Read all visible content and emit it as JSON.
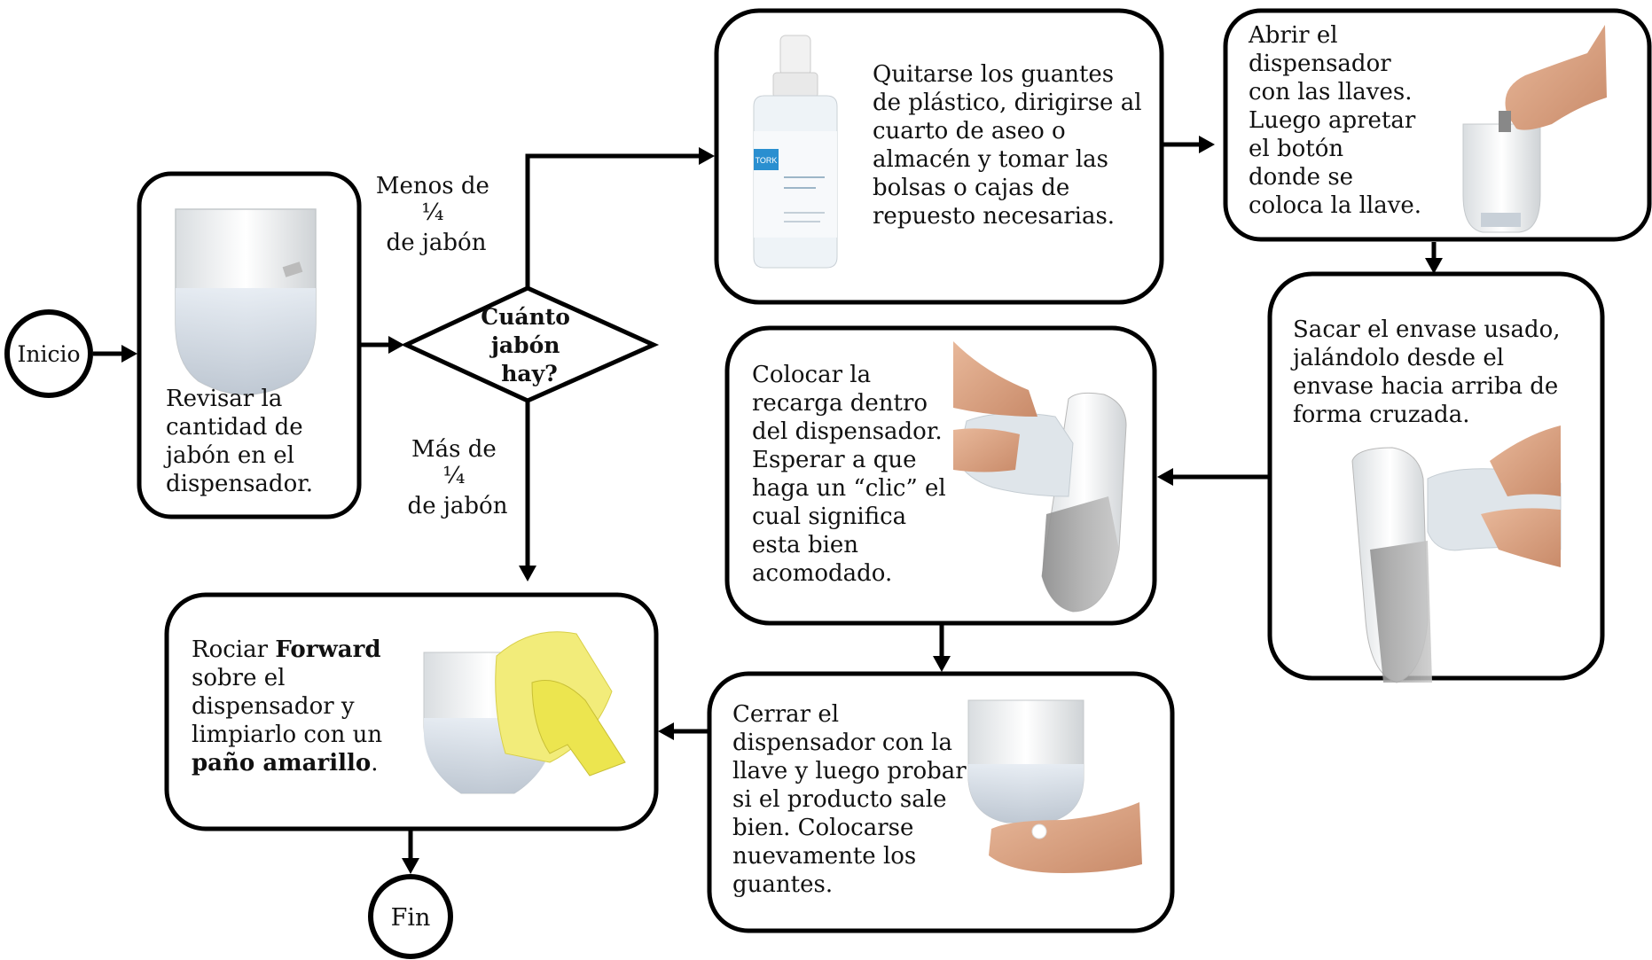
{
  "nodes": {
    "start": "Inicio",
    "end": "Fin",
    "decision": [
      "Cuánto",
      "jabón",
      "hay?"
    ],
    "check_level": [
      "Revisar la",
      "cantidad de",
      "jabón en el",
      "dispensador."
    ],
    "get_refill": [
      "Quitarse los guantes",
      "de plástico, dirigirse al",
      "cuarto de aseo o",
      "almacén y tomar las",
      "bolsas o cajas  de",
      "repuesto necesarias."
    ],
    "open_dispenser": [
      "Abrir el",
      "dispensador",
      "con las llaves.",
      "Luego apretar",
      "el botón",
      "donde se",
      "coloca la llave."
    ],
    "remove_container": [
      "Sacar el envase usado,",
      "jalándolo desde el",
      "envase hacia arriba de",
      "forma cruzada."
    ],
    "insert_refill": [
      "Colocar la",
      "recarga dentro",
      "del dispensador.",
      "Esperar a que",
      "haga un “clic” el",
      "cual significa",
      "esta bien",
      "acomodado."
    ],
    "close_test": [
      "Cerrar el",
      "dispensador con la",
      "llave y luego probar",
      "si el producto sale",
      "bien. Colocarse",
      "nuevamente los",
      "guantes."
    ],
    "clean": {
      "l1_pre": "Rociar ",
      "l1_bold": "Forward",
      "l2": "sobre el",
      "l3": "dispensador y",
      "l4": "limpiarlo con un",
      "l5_bold": "paño amarillo",
      "l5_post": "."
    }
  },
  "edges": {
    "less_label": [
      "Menos de",
      "¼",
      "de jabón"
    ],
    "more_label": [
      "Más de",
      "¼",
      "de jabón"
    ]
  },
  "images": {
    "dispenser_check": "soap-dispenser-bottom-photo",
    "refill_bottle": "tork-foam-soap-refill-bottle-photo",
    "bottle_label": "TORK",
    "open_with_key": "hand-opening-dispenser-photo",
    "remove_container": "hands-removing-container-photo",
    "insert_refill": "hands-inserting-refill-photo",
    "dispense_test": "hand-receiving-soap-photo",
    "cleaning": "yellow-glove-cloth-cleaning-photo"
  }
}
